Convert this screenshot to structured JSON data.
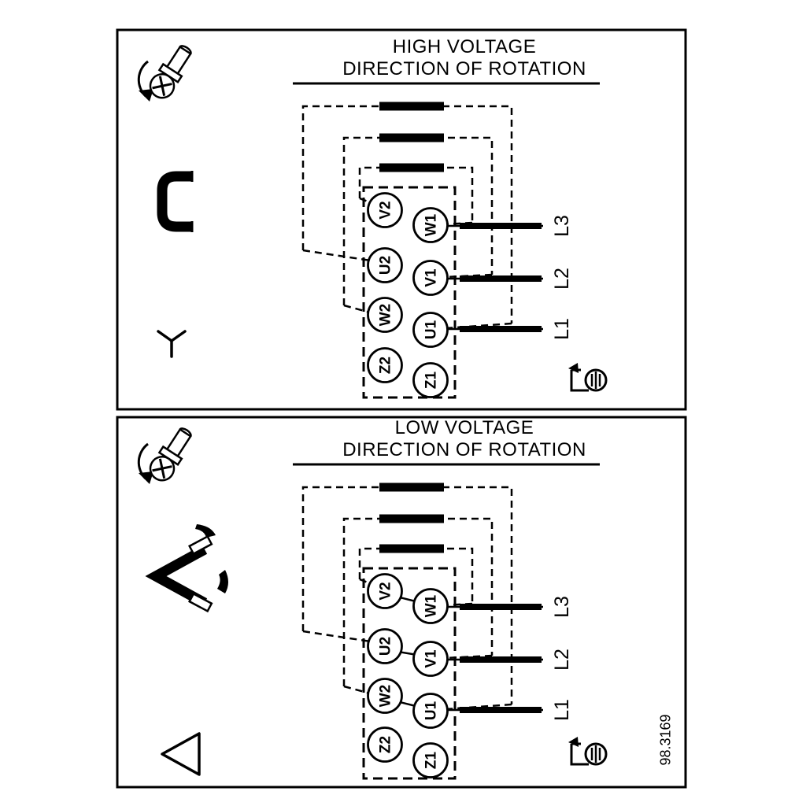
{
  "meta": {
    "drawing_number": "98.3169"
  },
  "colors": {
    "ink": "#000000",
    "background": "#ffffff"
  },
  "panels": [
    {
      "title_line1": "HIGH VOLTAGE",
      "title_line2": "DIRECTION OF ROTATION",
      "connection_symbol": "star",
      "terminals": {
        "left": [
          "V2",
          "U2",
          "W2",
          "Z2"
        ],
        "right": [
          "W1",
          "V1",
          "U1",
          "Z1"
        ]
      },
      "lines": [
        "L3",
        "L2",
        "L1"
      ]
    },
    {
      "title_line1": "LOW VOLTAGE",
      "title_line2": "DIRECTION OF ROTATION",
      "connection_symbol": "delta",
      "terminals": {
        "left": [
          "V2",
          "U2",
          "W2",
          "Z2"
        ],
        "right": [
          "W1",
          "V1",
          "U1",
          "Z1"
        ]
      },
      "lines": [
        "L3",
        "L2",
        "L1"
      ]
    }
  ]
}
